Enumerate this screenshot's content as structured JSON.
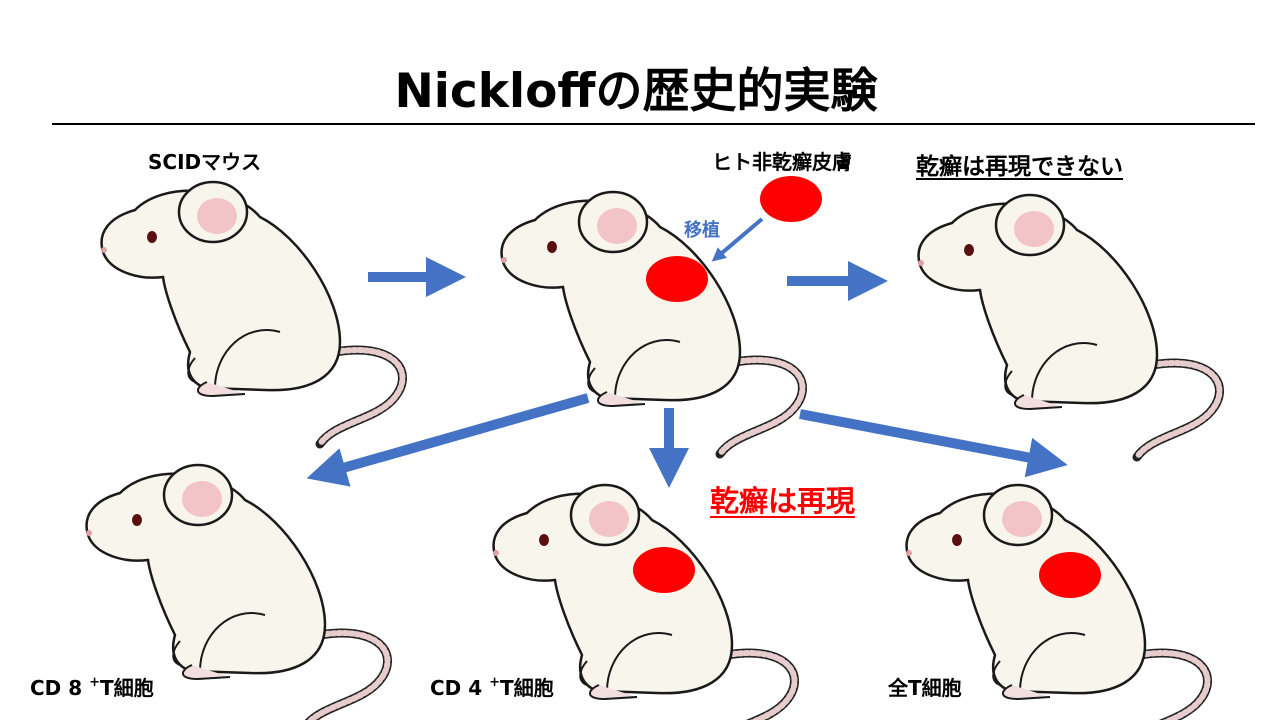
{
  "title": "Nickloffの歴史的実験",
  "labels": {
    "scid_mouse": "SCIDマウス",
    "human_skin": "ヒト非乾癬皮膚",
    "transplant": "移植",
    "not_reproduced": "乾癬は再現できない",
    "reproduced": "乾癬は再現",
    "cd8_prefix": "CD 8",
    "cd8_sup": "+",
    "cd8_suffix": "T細胞",
    "cd4_prefix": "CD 4",
    "cd4_sup": "+",
    "cd4_suffix": "T細胞",
    "all_t": "全T細胞"
  },
  "colors": {
    "arrow": "#4472c4",
    "lesion": "#ff0000",
    "reproduced_text": "#ff0000",
    "mouse_body": "#f8f6ec",
    "ear_inner": "#f2c4c8",
    "tail": "#e0c4c4"
  },
  "mice": [
    {
      "id": "scid",
      "has_lesion": false
    },
    {
      "id": "grafted",
      "has_lesion": true
    },
    {
      "id": "result-top-right",
      "has_lesion": false
    },
    {
      "id": "cd8",
      "has_lesion": false
    },
    {
      "id": "cd4",
      "has_lesion": true
    },
    {
      "id": "all-t",
      "has_lesion": true
    }
  ]
}
